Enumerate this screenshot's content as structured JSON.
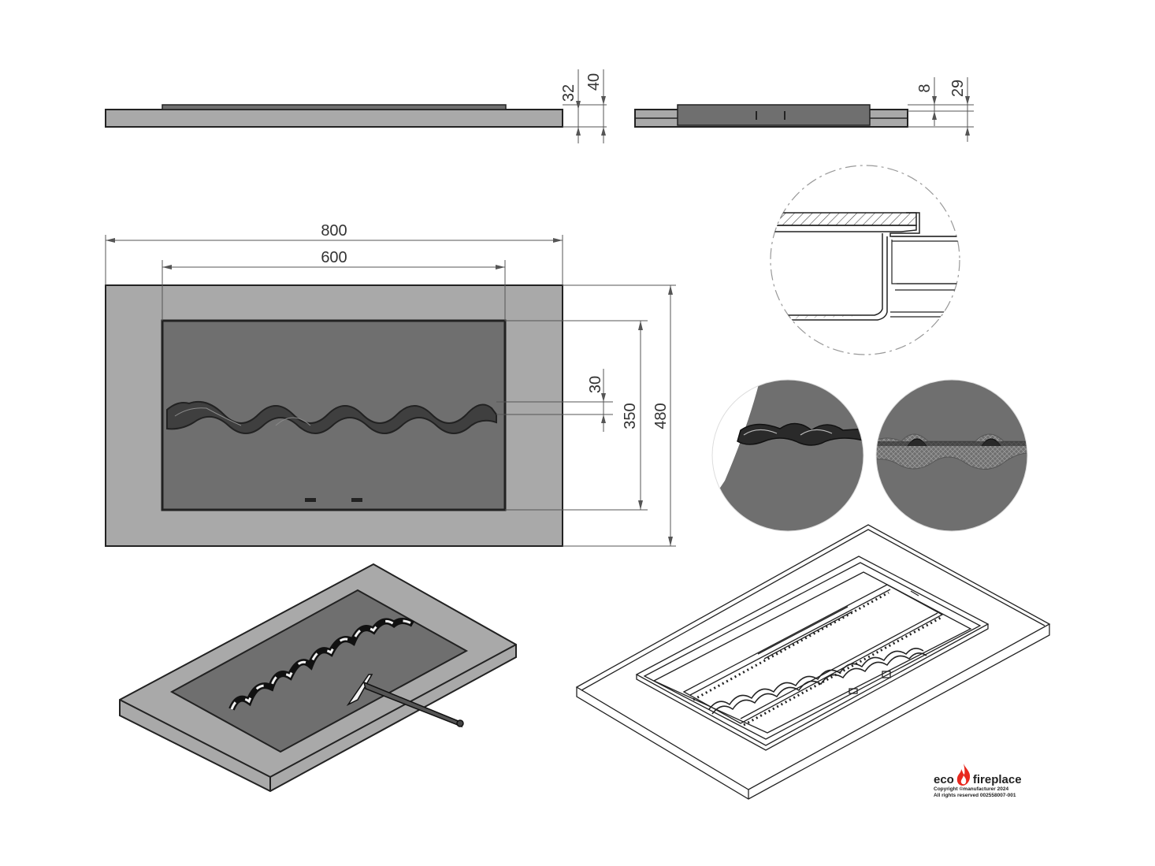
{
  "dimensions": {
    "top_height_1": "32",
    "top_height_2": "40",
    "side_height_1": "8",
    "side_height_2": "29",
    "width_outer": "800",
    "width_inner": "600",
    "slot_height": "30",
    "inner_height": "350",
    "outer_height": "480"
  },
  "logo": {
    "brand_left": "eco",
    "brand_right": "fireplace",
    "copyright": "Copyright ©manufacturer 2024",
    "rights": "All rights reserved 002558007-001"
  },
  "colors": {
    "frame_fill": "#a9a9a9",
    "insert_fill": "#6f6f6f",
    "line": "#222222",
    "dim_line": "#555555",
    "flame": "#e8281e"
  }
}
